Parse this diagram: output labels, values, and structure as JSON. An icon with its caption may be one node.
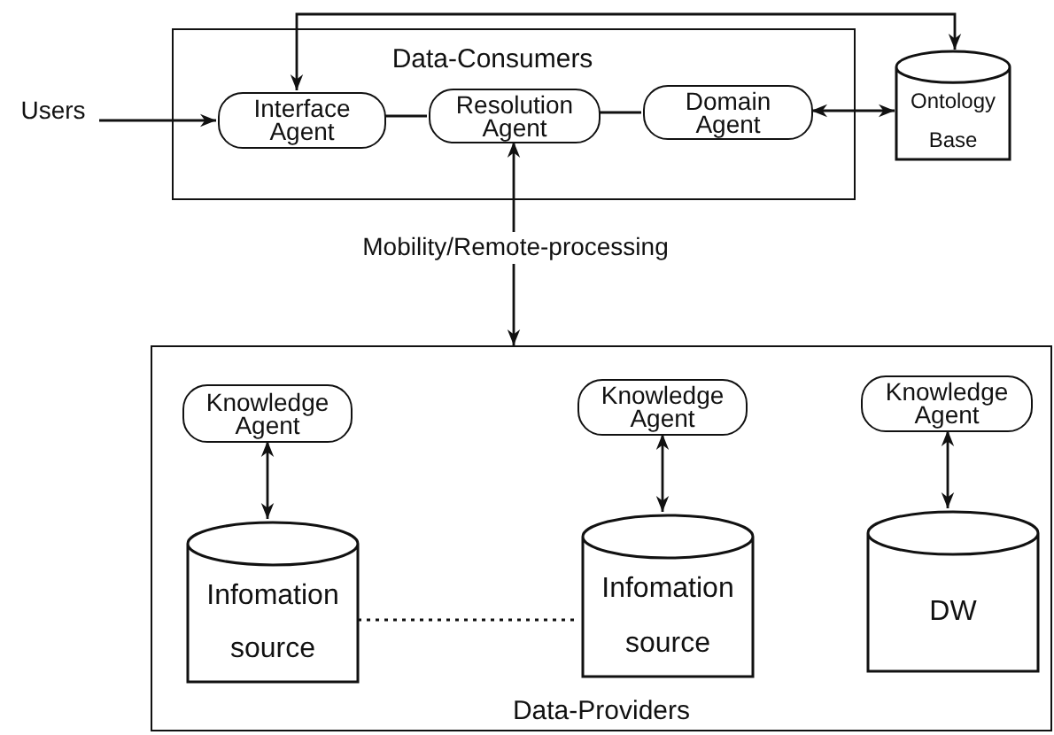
{
  "diagram": {
    "nodes": [
      {
        "text": [
          "Data-Consumers"
        ]
      },
      {
        "text": [
          "Users"
        ]
      },
      {
        "text": [
          "Interface Agent"
        ],
        "in": 0
      },
      {
        "text": [
          "Resolution Agent"
        ],
        "in": 0
      },
      {
        "text": [
          "Domain Agent"
        ],
        "in": 0
      },
      {
        "text": [
          "Ontology Base"
        ]
      },
      {
        "text": [
          "Mobility/Remote-processing"
        ]
      },
      {
        "text": [
          "Data-Providers"
        ]
      },
      {
        "text": [
          "Knowledge Agent"
        ],
        "in": 7
      },
      {
        "text": [
          "Knowledge Agent"
        ],
        "in": 7
      },
      {
        "text": [
          "Knowledge Agent"
        ],
        "in": 7
      },
      {
        "text": [
          "Infomation source"
        ],
        "in": 7
      },
      {
        "text": [
          "Infomation source"
        ],
        "in": 7
      },
      {
        "text": [
          "DW"
        ],
        "in": 7
      }
    ],
    "edges": [
      {
        "from": 1,
        "to": 2,
        "arrow": "to"
      },
      {
        "from": 2,
        "to": 3,
        "arrow": "none"
      },
      {
        "from": 3,
        "to": 4,
        "arrow": "none"
      },
      {
        "from": 4,
        "to": 5,
        "arrow": "both"
      },
      {
        "from": 2,
        "to": 5,
        "arrow": "both"
      },
      {
        "from": 6,
        "to": 3,
        "arrow": "to"
      },
      {
        "from": 6,
        "to": 7,
        "arrow": "to"
      },
      {
        "from": 8,
        "to": 11,
        "arrow": "both"
      },
      {
        "from": 9,
        "to": 12,
        "arrow": "both"
      },
      {
        "from": 10,
        "to": 13,
        "arrow": "both"
      },
      {
        "from": 11,
        "to": 12,
        "arrow": "none",
        "style": "dashed"
      }
    ]
  }
}
